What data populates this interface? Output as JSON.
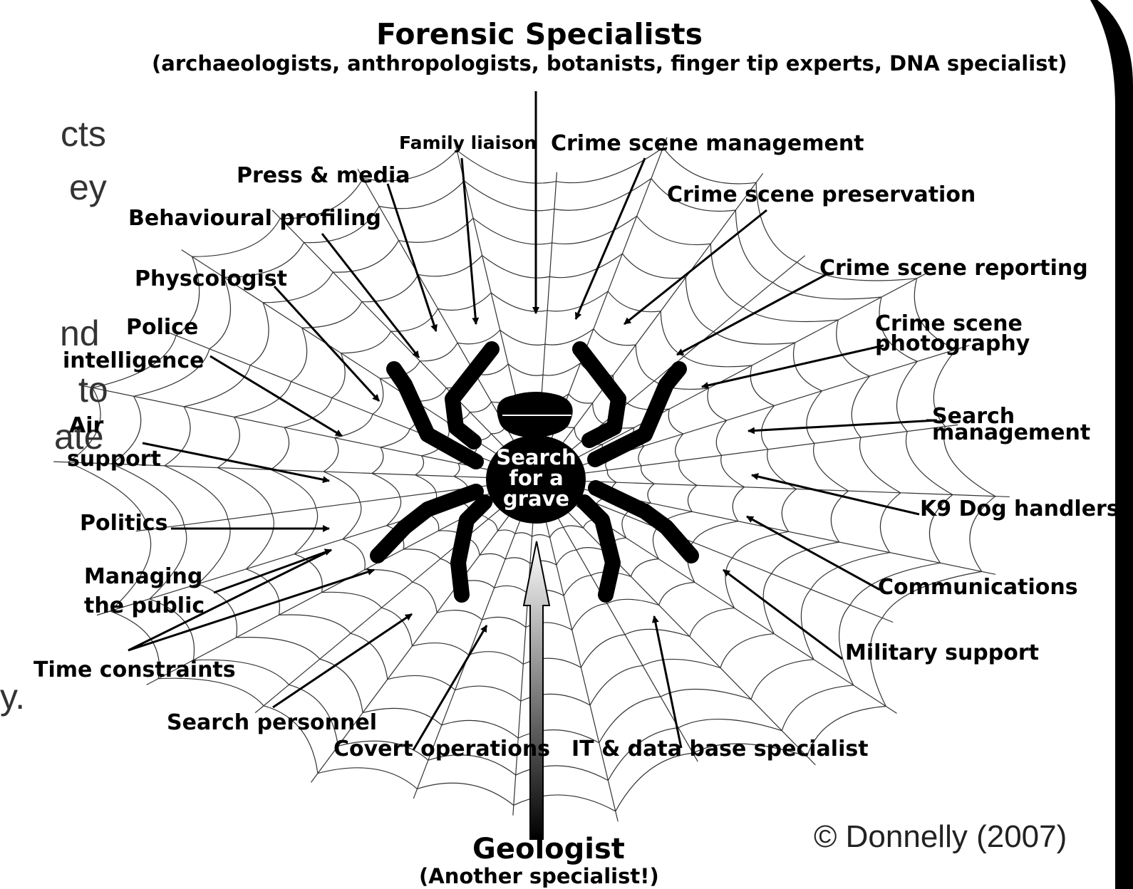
{
  "slide_fragments": [
    "cts",
    "ey",
    "nd",
    "to",
    "ate",
    "y."
  ],
  "title": "Forensic Specialists",
  "subtitle": "(archaeologists, anthropologists, botanists, finger tip experts, DNA specialist)",
  "center": [
    "Search",
    "for a",
    "grave"
  ],
  "labels": {
    "family_liaison": "Family liaison",
    "crime_scene_management": "Crime scene management",
    "press_media": "Press & media",
    "crime_scene_preservation": "Crime scene preservation",
    "behavioural_profiling": "Behavioural profiling",
    "physcologist": "Physcologist",
    "crime_scene_reporting": "Crime scene  reporting",
    "police": "Police",
    "intelligence": "intelligence",
    "crime_scene_photo_1": "Crime scene",
    "crime_scene_photo_2": "photography",
    "air": "Air",
    "support": "support",
    "search_mgmt_1": "Search",
    "search_mgmt_2": "management",
    "k9": "K9 Dog handlers",
    "politics": "Politics",
    "managing": "Managing",
    "the_public": "the public",
    "communications": "Communications",
    "time_constraints": "Time constraints",
    "military_support": "Military support",
    "search_personnel": "Search personnel",
    "covert_operations": "Covert operations",
    "it_database": "IT & data base specialist"
  },
  "geologist": "Geologist",
  "geologist_sub": "(Another specialist!)",
  "copyright": "© Donnelly (2007)"
}
